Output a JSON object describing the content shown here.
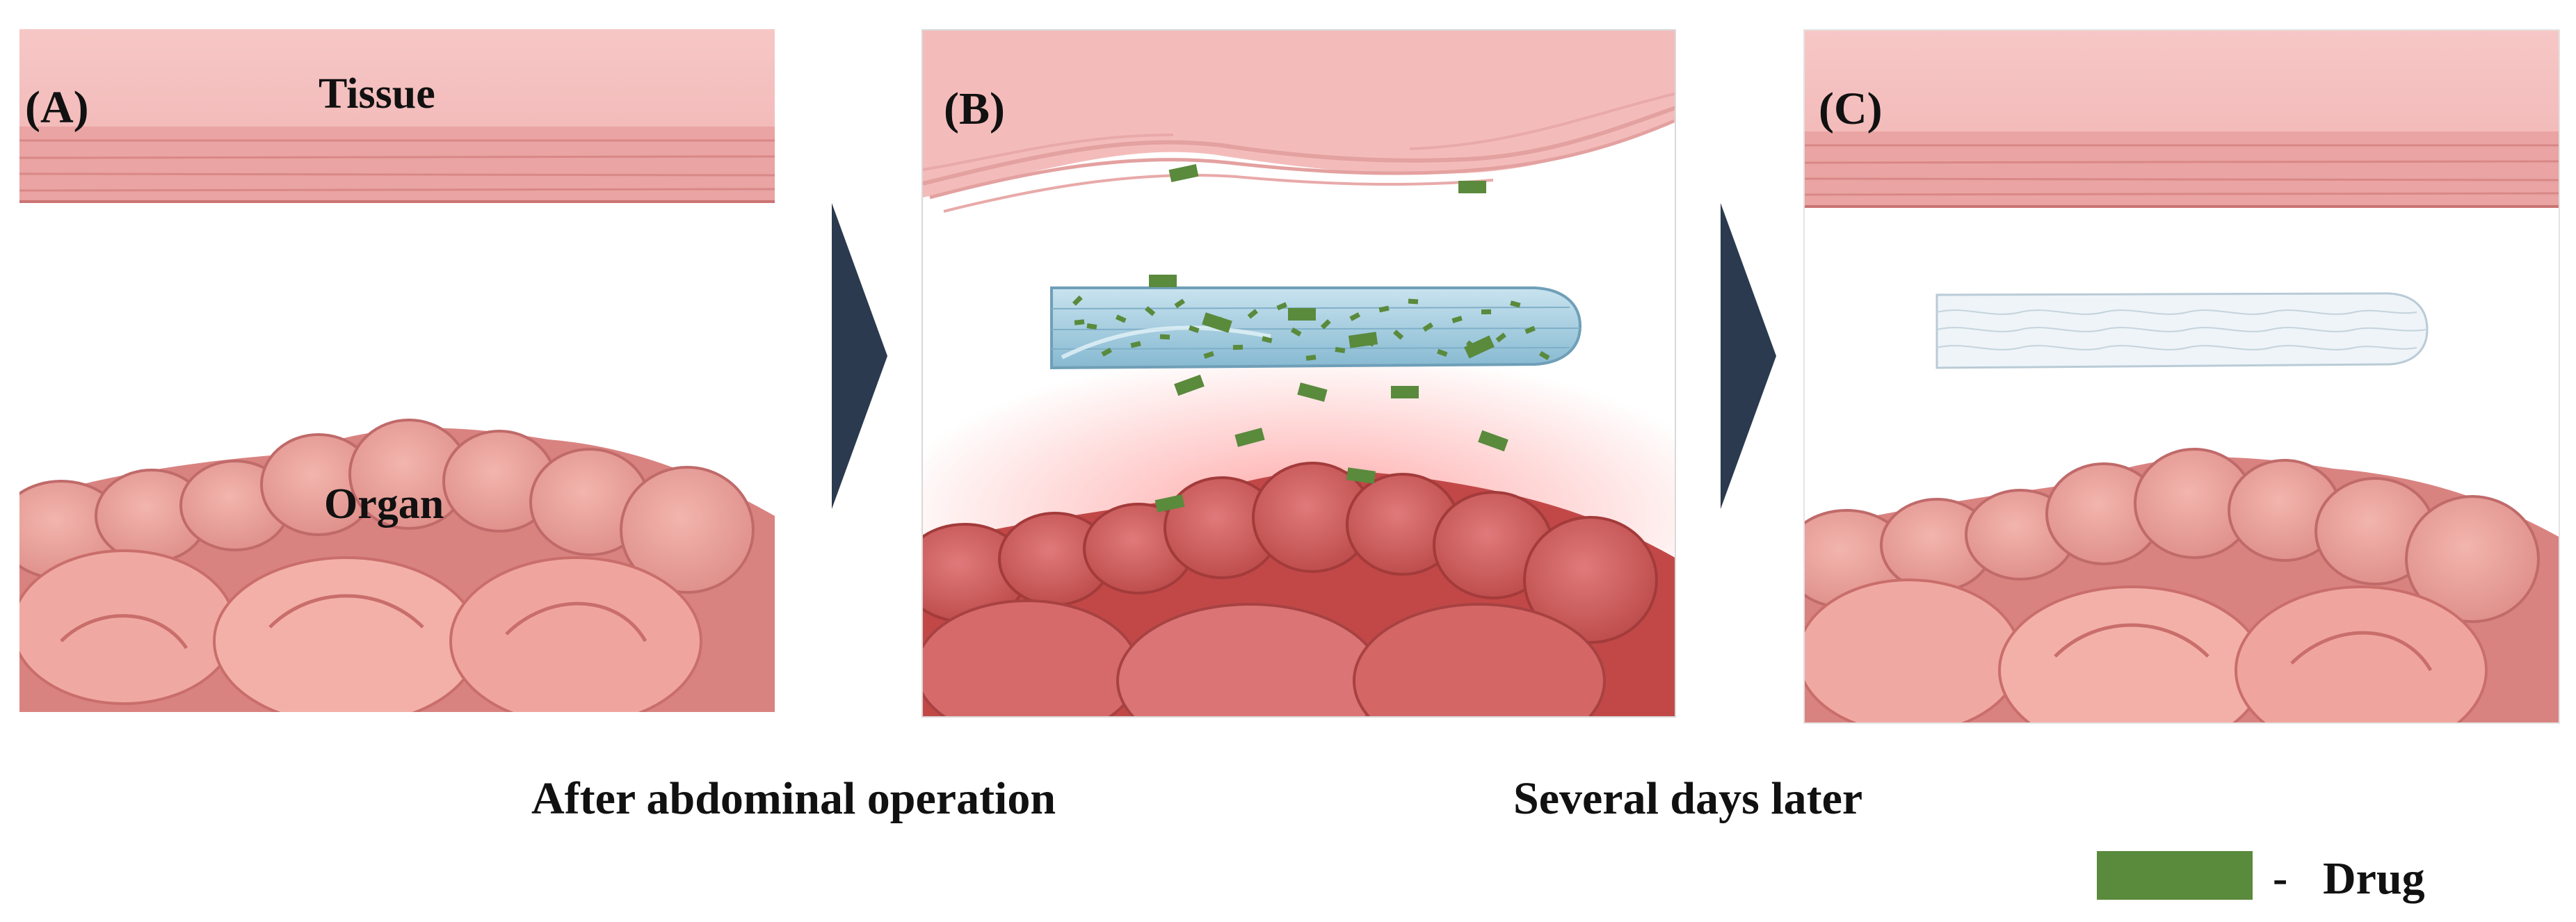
{
  "panels": {
    "a": {
      "label": "(A)",
      "tissue_label": "Tissue",
      "organ_label": "Organ"
    },
    "b": {
      "label": "(B)"
    },
    "c": {
      "label": "(C)"
    }
  },
  "captions": {
    "after_operation": "After abdominal operation",
    "several_days": "Several days later"
  },
  "legend": {
    "dash": "-",
    "label": "Drug"
  },
  "colors": {
    "tissue": "#f3b9b9",
    "tissue_band": "#e59a9a",
    "organ": "#d9787a",
    "organ_inflamed": "#c95050",
    "drug": "#5a8a3c",
    "arrow": "#2b3a4e",
    "implant": "#a9cde0"
  },
  "icons": {
    "arrow": "chevron-right-triangle-icon",
    "implant": "mesh-implant-icon"
  }
}
